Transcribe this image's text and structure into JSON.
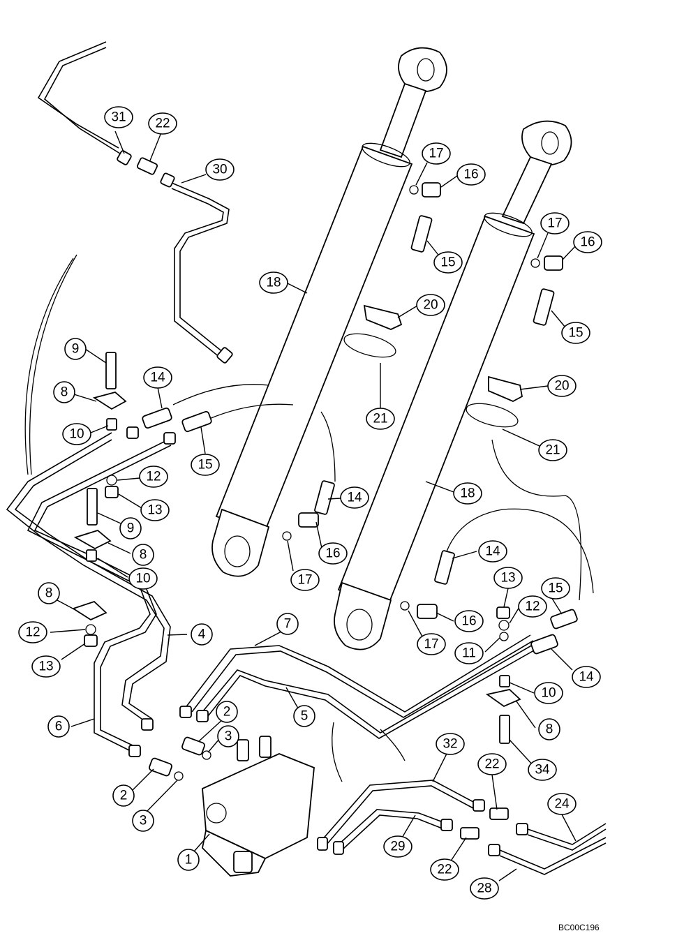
{
  "figure": {
    "reference_code": "BC00C196",
    "callouts": [
      {
        "id": "c31",
        "label": "31"
      },
      {
        "id": "c22a",
        "label": "22"
      },
      {
        "id": "c30",
        "label": "30"
      },
      {
        "id": "c17a",
        "label": "17"
      },
      {
        "id": "c16a",
        "label": "16"
      },
      {
        "id": "c17b",
        "label": "17"
      },
      {
        "id": "c16b",
        "label": "16"
      },
      {
        "id": "c15a",
        "label": "15"
      },
      {
        "id": "c18a",
        "label": "18"
      },
      {
        "id": "c20a",
        "label": "20"
      },
      {
        "id": "c15b",
        "label": "15"
      },
      {
        "id": "c9a",
        "label": "9"
      },
      {
        "id": "c14a",
        "label": "14"
      },
      {
        "id": "c8a",
        "label": "8"
      },
      {
        "id": "c20b",
        "label": "20"
      },
      {
        "id": "c21a",
        "label": "21"
      },
      {
        "id": "c10a",
        "label": "10"
      },
      {
        "id": "c15c",
        "label": "15"
      },
      {
        "id": "c21b",
        "label": "21"
      },
      {
        "id": "c12a",
        "label": "12"
      },
      {
        "id": "c18b",
        "label": "18"
      },
      {
        "id": "c14b",
        "label": "14"
      },
      {
        "id": "c13a",
        "label": "13"
      },
      {
        "id": "c9b",
        "label": "9"
      },
      {
        "id": "c8b",
        "label": "8"
      },
      {
        "id": "c16c",
        "label": "16"
      },
      {
        "id": "c14c",
        "label": "14"
      },
      {
        "id": "c10b",
        "label": "10"
      },
      {
        "id": "c17c",
        "label": "17"
      },
      {
        "id": "c13b",
        "label": "13"
      },
      {
        "id": "c15d",
        "label": "15"
      },
      {
        "id": "c8c",
        "label": "8"
      },
      {
        "id": "c12b",
        "label": "12"
      },
      {
        "id": "c16d",
        "label": "16"
      },
      {
        "id": "c12c",
        "label": "12"
      },
      {
        "id": "c7",
        "label": "7"
      },
      {
        "id": "c4",
        "label": "4"
      },
      {
        "id": "c17d",
        "label": "17"
      },
      {
        "id": "c11",
        "label": "11"
      },
      {
        "id": "c13c",
        "label": "13"
      },
      {
        "id": "c14d",
        "label": "14"
      },
      {
        "id": "c10c",
        "label": "10"
      },
      {
        "id": "c2a",
        "label": "2"
      },
      {
        "id": "c5",
        "label": "5"
      },
      {
        "id": "c6",
        "label": "6"
      },
      {
        "id": "c3a",
        "label": "3"
      },
      {
        "id": "c8d",
        "label": "8"
      },
      {
        "id": "c32",
        "label": "32"
      },
      {
        "id": "c34",
        "label": "34"
      },
      {
        "id": "c22b",
        "label": "22"
      },
      {
        "id": "c2b",
        "label": "2"
      },
      {
        "id": "c3b",
        "label": "3"
      },
      {
        "id": "c24",
        "label": "24"
      },
      {
        "id": "c29",
        "label": "29"
      },
      {
        "id": "c1",
        "label": "1"
      },
      {
        "id": "c22c",
        "label": "22"
      },
      {
        "id": "c28",
        "label": "28"
      }
    ]
  }
}
